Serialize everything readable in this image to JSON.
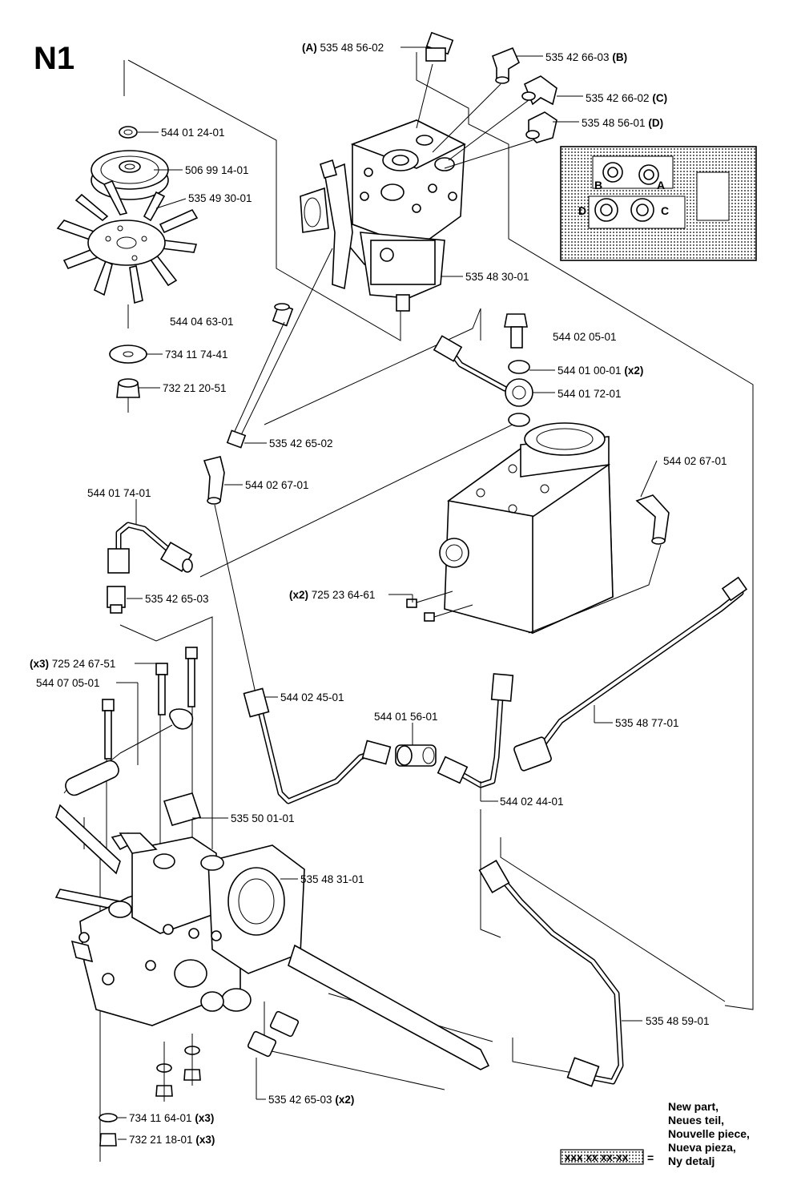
{
  "page": {
    "title": "N1"
  },
  "parts": [
    {
      "id": "p01",
      "qualifier": "(A)",
      "number": "535 48 56-02",
      "suffix": ""
    },
    {
      "id": "p02",
      "qualifier": "",
      "number": "535 42 66-03",
      "suffix": "(B)"
    },
    {
      "id": "p03",
      "qualifier": "",
      "number": "535 42 66-02",
      "suffix": "(C)"
    },
    {
      "id": "p04",
      "qualifier": "",
      "number": "535 48 56-01",
      "suffix": "(D)"
    },
    {
      "id": "p05",
      "qualifier": "",
      "number": "544 01 24-01",
      "suffix": ""
    },
    {
      "id": "p06",
      "qualifier": "",
      "number": "506 99 14-01",
      "suffix": ""
    },
    {
      "id": "p07",
      "qualifier": "",
      "number": "535 49 30-01",
      "suffix": ""
    },
    {
      "id": "p08",
      "qualifier": "",
      "number": "535 48 30-01",
      "suffix": ""
    },
    {
      "id": "p09",
      "qualifier": "",
      "number": "544 04 63-01",
      "suffix": ""
    },
    {
      "id": "p10",
      "qualifier": "",
      "number": "734 11 74-41",
      "suffix": ""
    },
    {
      "id": "p11",
      "qualifier": "",
      "number": "732 21 20-51",
      "suffix": ""
    },
    {
      "id": "p12",
      "qualifier": "",
      "number": "544 02 05-01",
      "suffix": ""
    },
    {
      "id": "p13",
      "qualifier": "",
      "number": "544 01 00-01",
      "suffix": "(x2)"
    },
    {
      "id": "p14",
      "qualifier": "",
      "number": "544 01 72-01",
      "suffix": ""
    },
    {
      "id": "p15",
      "qualifier": "",
      "number": "535 42 65-02",
      "suffix": ""
    },
    {
      "id": "p16",
      "qualifier": "",
      "number": "544 02 67-01",
      "suffix": ""
    },
    {
      "id": "p17",
      "qualifier": "",
      "number": "544 02 67-01",
      "suffix": ""
    },
    {
      "id": "p18",
      "qualifier": "",
      "number": "544 01 74-01",
      "suffix": ""
    },
    {
      "id": "p19",
      "qualifier": "",
      "number": "535 42 65-03",
      "suffix": ""
    },
    {
      "id": "p20",
      "qualifier": "(x2)",
      "number": "725 23 64-61",
      "suffix": ""
    },
    {
      "id": "p21",
      "qualifier": "(x3)",
      "number": "725 24 67-51",
      "suffix": ""
    },
    {
      "id": "p22",
      "qualifier": "",
      "number": "544 07 05-01",
      "suffix": ""
    },
    {
      "id": "p23",
      "qualifier": "",
      "number": "544 02 45-01",
      "suffix": ""
    },
    {
      "id": "p24",
      "qualifier": "",
      "number": "544 01 56-01",
      "suffix": ""
    },
    {
      "id": "p25",
      "qualifier": "",
      "number": "535 48 77-01",
      "suffix": ""
    },
    {
      "id": "p26",
      "qualifier": "",
      "number": "535 50 01-01",
      "suffix": ""
    },
    {
      "id": "p27",
      "qualifier": "",
      "number": "544 02 44-01",
      "suffix": ""
    },
    {
      "id": "p28",
      "qualifier": "",
      "number": "535 48 31-01",
      "suffix": ""
    },
    {
      "id": "p29",
      "qualifier": "",
      "number": "535 48 59-01",
      "suffix": ""
    },
    {
      "id": "p30",
      "qualifier": "",
      "number": "535 42 65-03",
      "suffix": "(x2)"
    },
    {
      "id": "p31",
      "qualifier": "",
      "number": "734 11 64-01",
      "suffix": "(x3)"
    },
    {
      "id": "p32",
      "qualifier": "",
      "number": "732 21 18-01",
      "suffix": "(x3)"
    }
  ],
  "inset": {
    "ports": [
      "B",
      "A",
      "D",
      "C"
    ]
  },
  "legend": {
    "swatch_text": "xxx xx xx-xx",
    "equals": "=",
    "lines": [
      "New part,",
      "Neues teil,",
      "Nouvelle piece,",
      "Nueva pieza,",
      "Ny detalj"
    ]
  }
}
